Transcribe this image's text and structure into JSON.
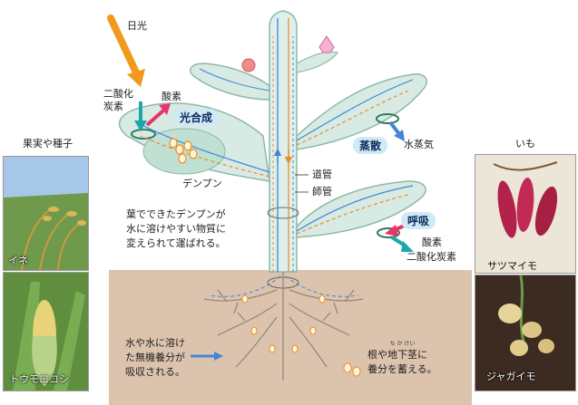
{
  "labels": {
    "sunlight": "日光",
    "carbon_dioxide": [
      "二酸化",
      "炭素"
    ],
    "oxygen": "酸素",
    "photosynthesis": "光合成",
    "starch": "デンプン",
    "transpiration": "蒸散",
    "water_vapor": "水蒸気",
    "vessel": "道管",
    "sieve_tube": "師管",
    "respiration": "呼吸",
    "respiration_oxygen": "酸素",
    "respiration_co2": "二酸化炭素"
  },
  "notes": {
    "starch_transport": [
      "葉でできたデンプンが",
      "水に溶けやすい物質に",
      "変えられて運ばれる。"
    ],
    "water_absorption": [
      "水や水に溶け",
      "た無機養分が",
      "吸収される。"
    ],
    "storage": {
      "line1_pre": "根や",
      "line1_ruby_base": "地下茎",
      "line1_ruby_text": "ち か けい",
      "line1_post": "に",
      "line2": "養分を蓄える。"
    }
  },
  "left_panel": {
    "title": "果実や種子",
    "photos": [
      {
        "caption": "イネ"
      },
      {
        "caption": "トウモロコシ"
      }
    ]
  },
  "right_panel": {
    "title": "いも",
    "photos": [
      {
        "caption": "サツマイモ"
      },
      {
        "caption": "ジャガイモ"
      }
    ]
  },
  "colors": {
    "leaf": "#d7ebe4",
    "leaf_outline": "#8fb8a8",
    "soil": "#dcc3ad",
    "water_flow": "#3f86d6",
    "nutrient_flow": "#f08a24",
    "sun_arrow": "#f19a1e",
    "oxygen_arrow": "#e8336b",
    "co2_arrow": "#1aa9a8",
    "badge": "#cfe9f6"
  }
}
